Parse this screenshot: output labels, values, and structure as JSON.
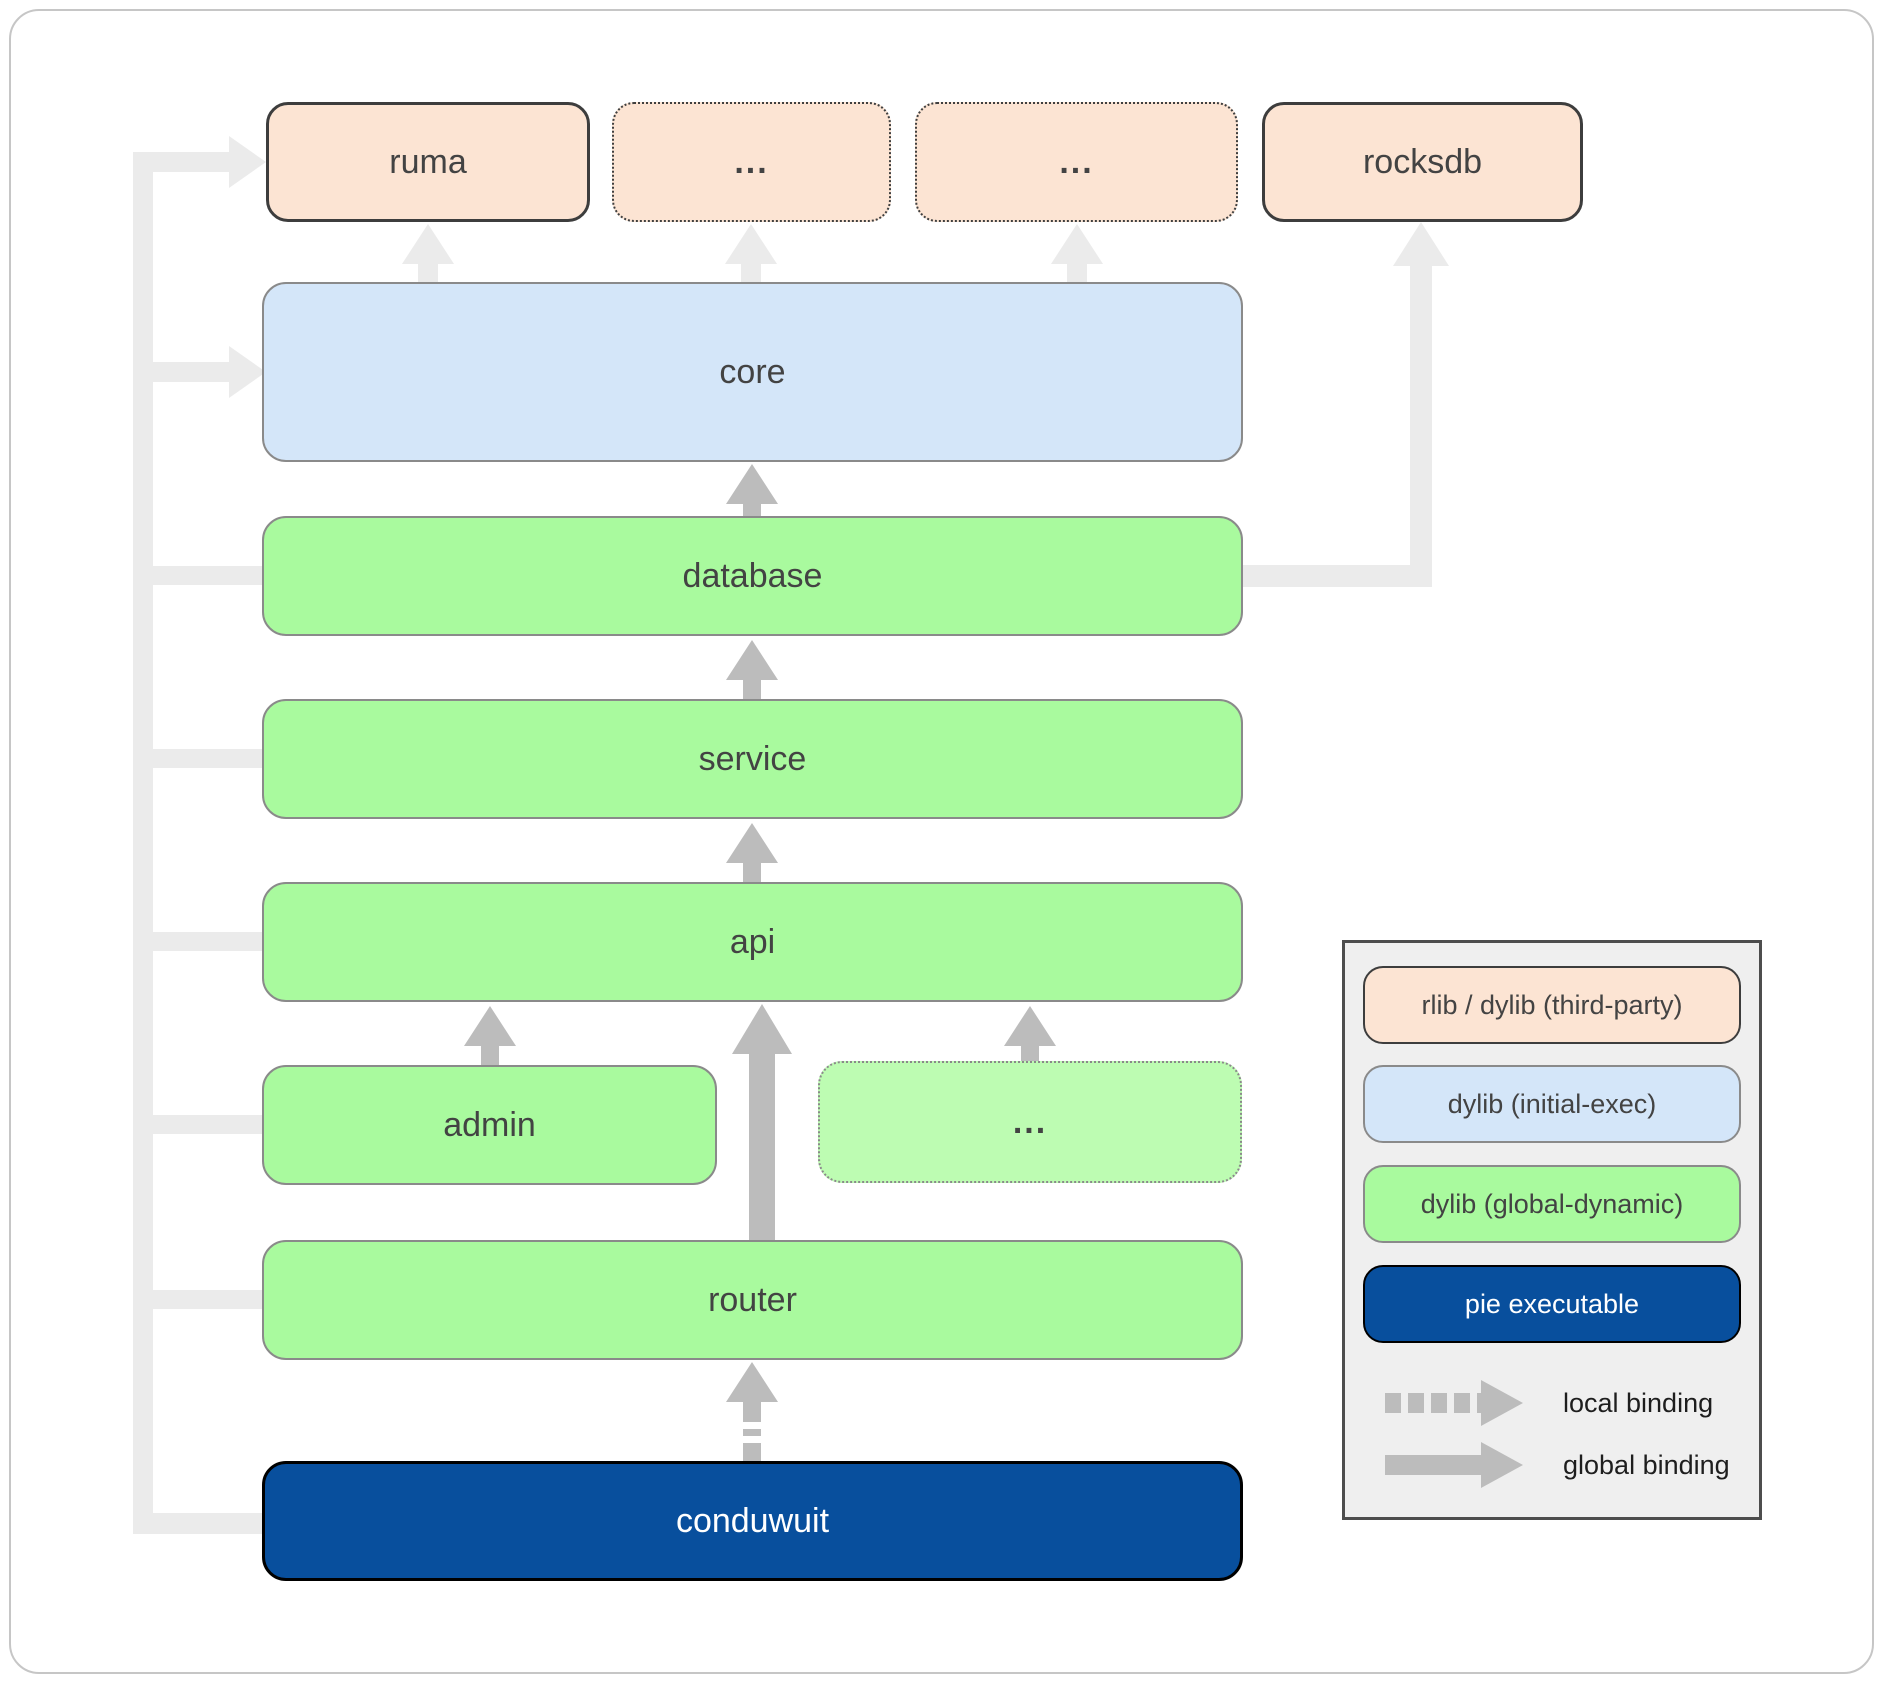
{
  "nodes": {
    "ruma": {
      "label": "ruma",
      "type": "rlib / dylib (third-party)"
    },
    "thirdparty_ellipsis_1": {
      "label": "...",
      "type": "rlib / dylib (third-party)"
    },
    "thirdparty_ellipsis_2": {
      "label": "...",
      "type": "rlib / dylib (third-party)"
    },
    "rocksdb": {
      "label": "rocksdb",
      "type": "rlib / dylib (third-party)"
    },
    "core": {
      "label": "core",
      "type": "dylib (initial-exec)"
    },
    "database": {
      "label": "database",
      "type": "dylib (global-dynamic)"
    },
    "service": {
      "label": "service",
      "type": "dylib (global-dynamic)"
    },
    "api": {
      "label": "api",
      "type": "dylib (global-dynamic)"
    },
    "admin": {
      "label": "admin",
      "type": "dylib (global-dynamic)"
    },
    "dylib_ellipsis": {
      "label": "...",
      "type": "dylib (global-dynamic)"
    },
    "router": {
      "label": "router",
      "type": "dylib (global-dynamic)"
    },
    "conduwuit": {
      "label": "conduwuit",
      "type": "pie executable"
    }
  },
  "edges": [
    {
      "from": "core",
      "to": "ruma",
      "binding": "global"
    },
    {
      "from": "core",
      "to": "thirdparty_ellipsis_1",
      "binding": "global"
    },
    {
      "from": "core",
      "to": "thirdparty_ellipsis_2",
      "binding": "global"
    },
    {
      "from": "database",
      "to": "rocksdb",
      "binding": "global"
    },
    {
      "from": "database",
      "to": "core",
      "binding": "global"
    },
    {
      "from": "service",
      "to": "database",
      "binding": "global"
    },
    {
      "from": "api",
      "to": "service",
      "binding": "global"
    },
    {
      "from": "admin",
      "to": "api",
      "binding": "global"
    },
    {
      "from": "dylib_ellipsis",
      "to": "api",
      "binding": "global"
    },
    {
      "from": "router",
      "to": "api",
      "binding": "global"
    },
    {
      "from": "conduwuit",
      "to": "router",
      "binding": "local"
    },
    {
      "from": "conduwuit",
      "to": "ruma",
      "binding": "global"
    },
    {
      "from": "conduwuit",
      "to": "core",
      "binding": "global"
    },
    {
      "from": "conduwuit",
      "to": "database",
      "binding": "global"
    },
    {
      "from": "conduwuit",
      "to": "service",
      "binding": "global"
    },
    {
      "from": "conduwuit",
      "to": "api",
      "binding": "global"
    },
    {
      "from": "conduwuit",
      "to": "admin",
      "binding": "global"
    },
    {
      "from": "conduwuit",
      "to": "router",
      "binding": "global"
    }
  ],
  "legend": {
    "items": [
      {
        "label": "rlib / dylib (third-party)",
        "swatch_color": "#fce4d3"
      },
      {
        "label": "dylib (initial-exec)",
        "swatch_color": "#d4e6f9"
      },
      {
        "label": "dylib (global-dynamic)",
        "swatch_color": "#a9fa9e"
      },
      {
        "label": "pie executable",
        "swatch_color": "#084f9d"
      }
    ],
    "bindings": [
      {
        "label": "local binding",
        "style": "dashed"
      },
      {
        "label": "global binding",
        "style": "solid"
      }
    ]
  },
  "colors": {
    "third_party_fill": "#fce4d3",
    "initial_exec_fill": "#d4e6f9",
    "global_dynamic_fill": "#a9fa9e",
    "global_dynamic_light_fill": "#bdfcb2",
    "pie_executable_fill": "#084f9d",
    "binding_arrow": "#bcbcbc",
    "bus_arrow": "#ebebeb",
    "legend_background": "#efefef",
    "text_dark": "#434343"
  }
}
